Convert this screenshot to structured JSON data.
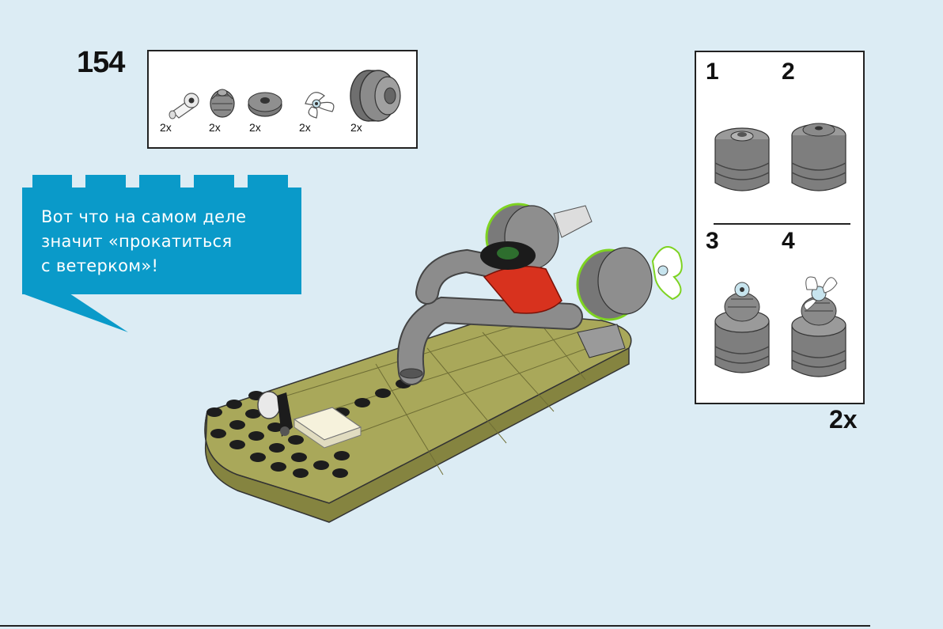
{
  "step": {
    "number": "154",
    "parts": [
      {
        "icon": "pin-connector-part-icon",
        "qty": "2x"
      },
      {
        "icon": "gear-cone-part-icon",
        "qty": "2x"
      },
      {
        "icon": "round-tile-part-icon",
        "qty": "2x"
      },
      {
        "icon": "propeller-part-icon",
        "qty": "2x"
      },
      {
        "icon": "wheel-rim-part-icon",
        "qty": "2x"
      }
    ]
  },
  "speech_bubble": {
    "lines": [
      "Вот что на самом деле",
      "значит «прокатиться",
      "с ветерком»!"
    ],
    "color": "#0a9ac9"
  },
  "substeps": {
    "labels": [
      "1",
      "2",
      "3",
      "4"
    ],
    "multiplier": "2x"
  },
  "colors": {
    "background": "#dcecf4",
    "baseplate": "#9b9a4e",
    "pipe": "#8c8c8c",
    "engine": "#7d7d7d",
    "red_part": "#d8321e",
    "highlight": "#7ed321"
  }
}
